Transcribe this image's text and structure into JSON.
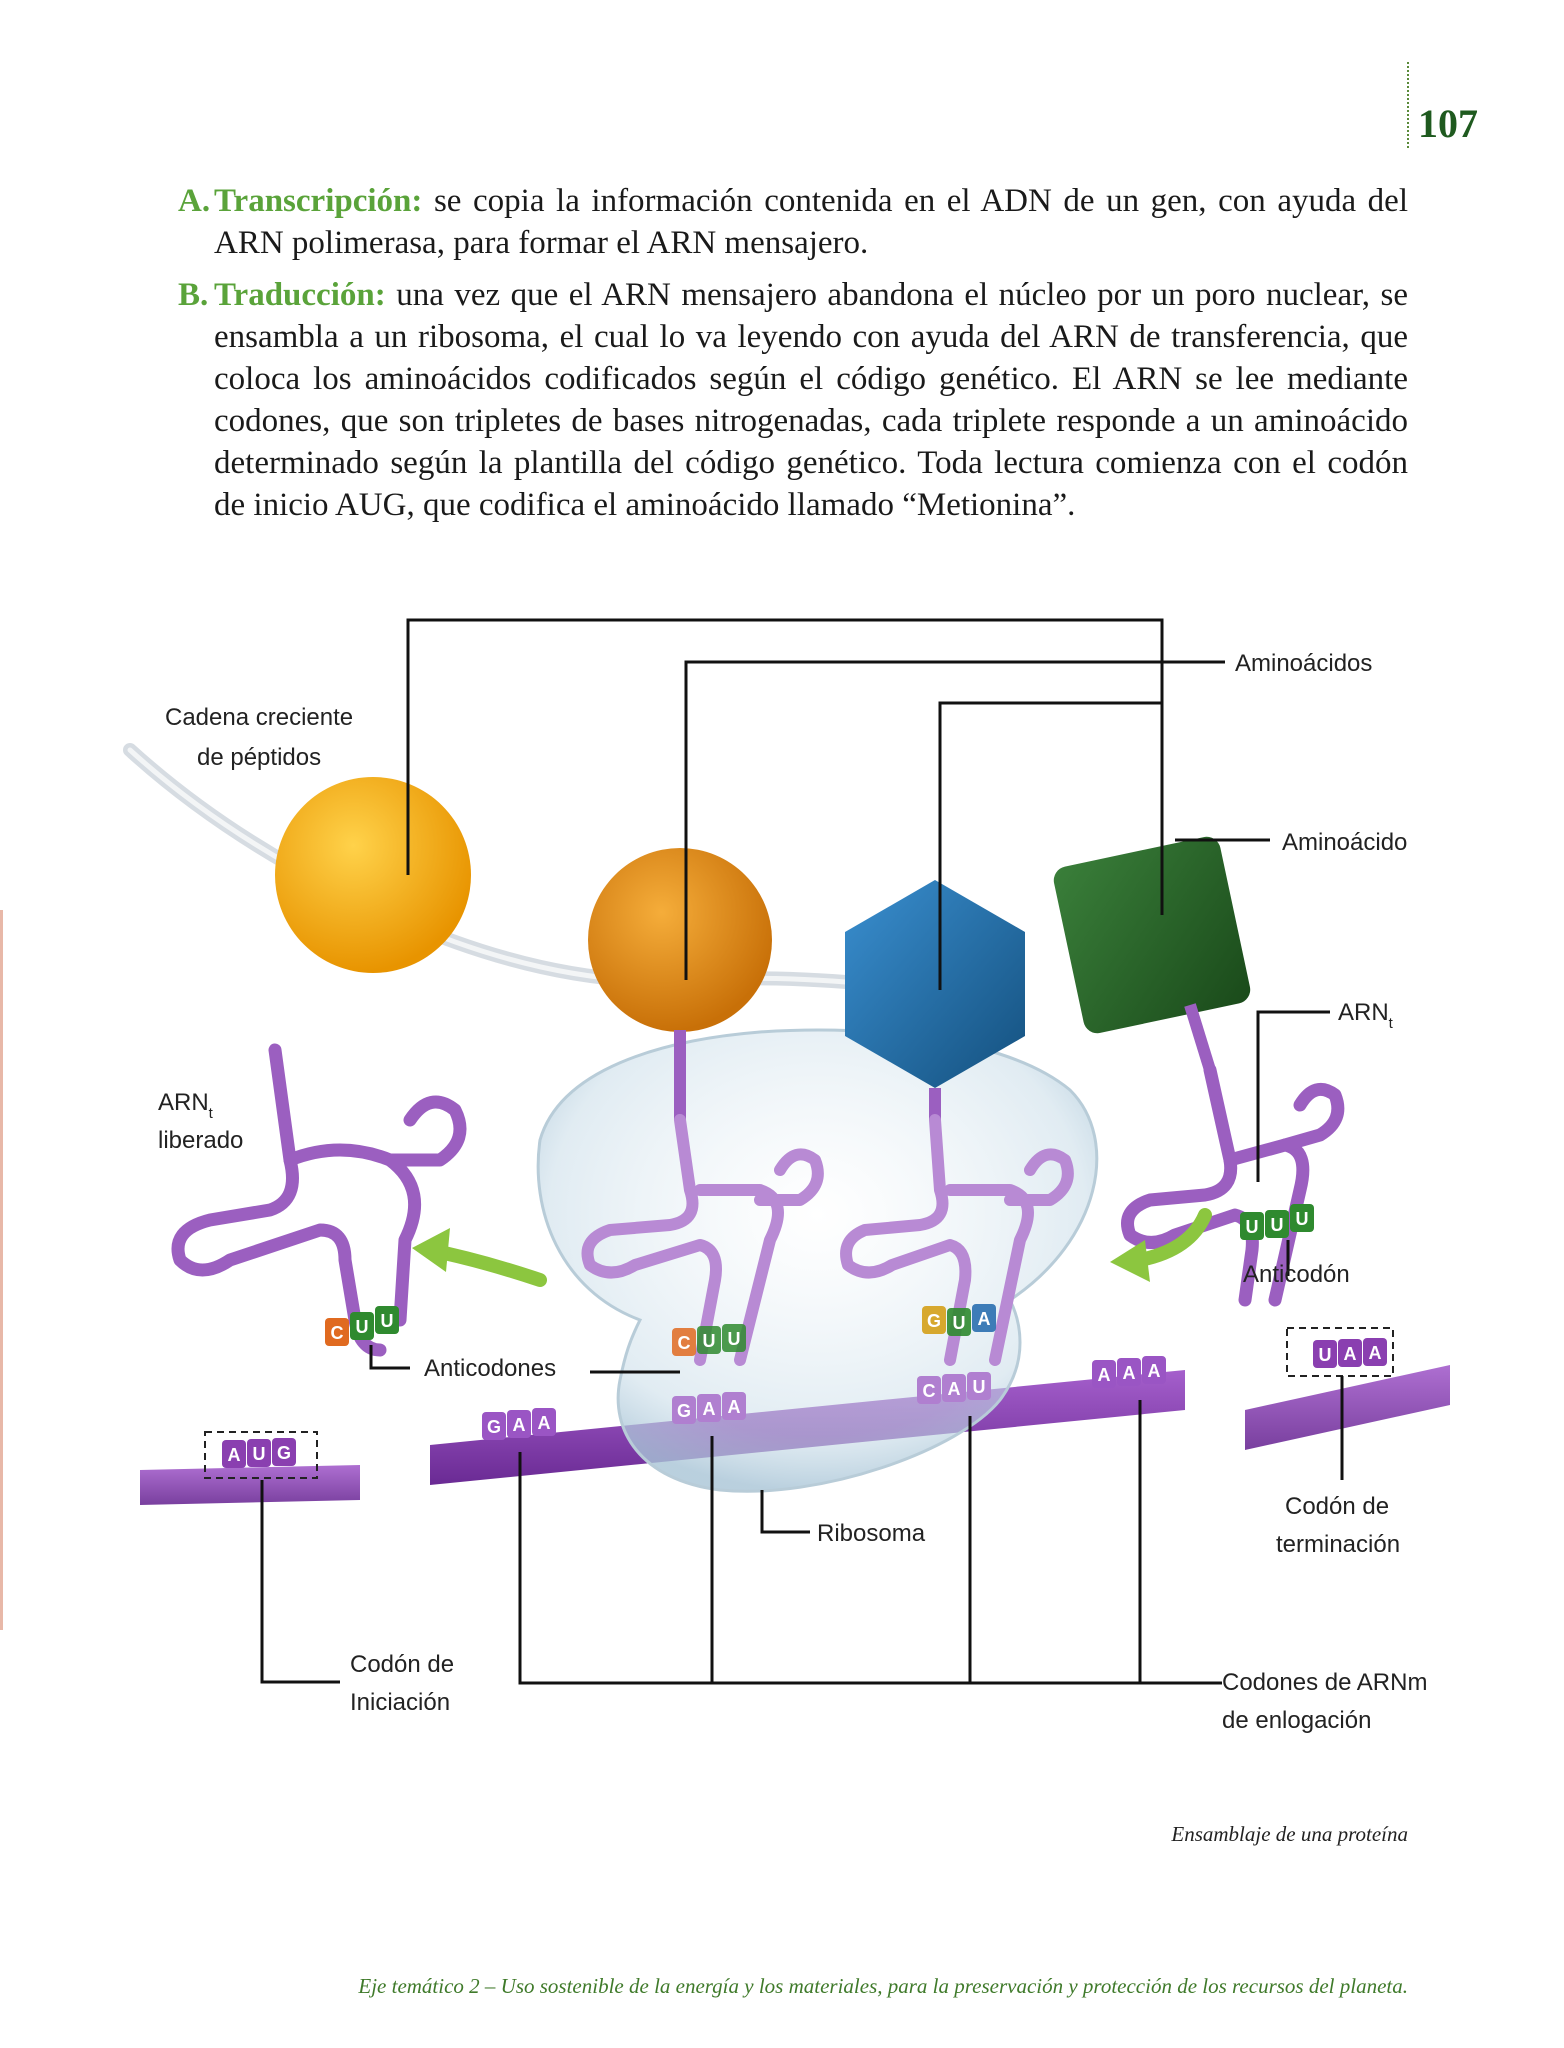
{
  "page_number": "107",
  "paragraphs": [
    {
      "letter": "A.",
      "term": "Transcripción:",
      "text": " se copia la información contenida en el ADN de un gen, con ayuda del ARN polimerasa, para formar el ARN mensajero."
    },
    {
      "letter": "B.",
      "term": "Traducción:",
      "text": " una vez que el ARN mensajero abandona el núcleo por un poro nuclear, se ensambla a un ribosoma, el cual lo va leyendo con ayuda del ARN de transferencia, que coloca los aminoácidos codificados según el código genético. El ARN se lee mediante codones, que son tripletes de bases nitrogenadas, cada triplete responde a un aminoácido determinado según la plantilla del código genético. Toda lectura comienza con el codón de inicio AUG, que codifica el aminoácido llamado “Metionina”."
    }
  ],
  "diagram": {
    "labels": {
      "growing_chain_1": "Cadena creciente",
      "growing_chain_2": "de péptidos",
      "amino_acids": "Aminoácidos",
      "amino_acid": "Aminoácido",
      "trna_right": "ARN",
      "trna_sub": "t",
      "trna_released_1": "ARN",
      "trna_released_2": "liberado",
      "anticodon": "Anticodón",
      "anticodons": "Anticodones",
      "ribosome": "Ribosoma",
      "stop_codon_1": "Codón de",
      "stop_codon_2": "terminación",
      "start_codon_1": "Codón de",
      "start_codon_2": "Iniciación",
      "elongation_1": "Codones de ARNm",
      "elongation_2": "de enlogación"
    },
    "released_anticodon": [
      "C",
      "U",
      "U"
    ],
    "anticodon_1": [
      "C",
      "U",
      "U"
    ],
    "anticodon_2": [
      "G",
      "U",
      "A"
    ],
    "anticodon_right": [
      "U",
      "U",
      "U"
    ],
    "start_codon": [
      "A",
      "U",
      "G"
    ],
    "codon_1": [
      "G",
      "A",
      "A"
    ],
    "codon_2": [
      "G",
      "A",
      "A"
    ],
    "codon_3": [
      "C",
      "A",
      "U"
    ],
    "codon_4": [
      "A",
      "A",
      "A"
    ],
    "stop_codon": [
      "U",
      "A",
      "A"
    ],
    "colors": {
      "amino_yellow": "#f6a800",
      "amino_orange": "#e08a10",
      "amino_blue": "#1f6fa8",
      "amino_green": "#2a6a2a",
      "trna_purple": "#9b5fc0",
      "mrna_purple": "#8a3fb0",
      "arrow_green": "#8cc63f",
      "base_orange": "#e06a20",
      "base_green": "#2f8a2f",
      "base_yellow": "#d4a017",
      "base_blue": "#2a6fb0"
    }
  },
  "caption": "Ensamblaje de una proteína",
  "footer": "Eje temático 2 – Uso sostenible de la energía y los materiales, para la preservación y protección de los recursos del planeta."
}
